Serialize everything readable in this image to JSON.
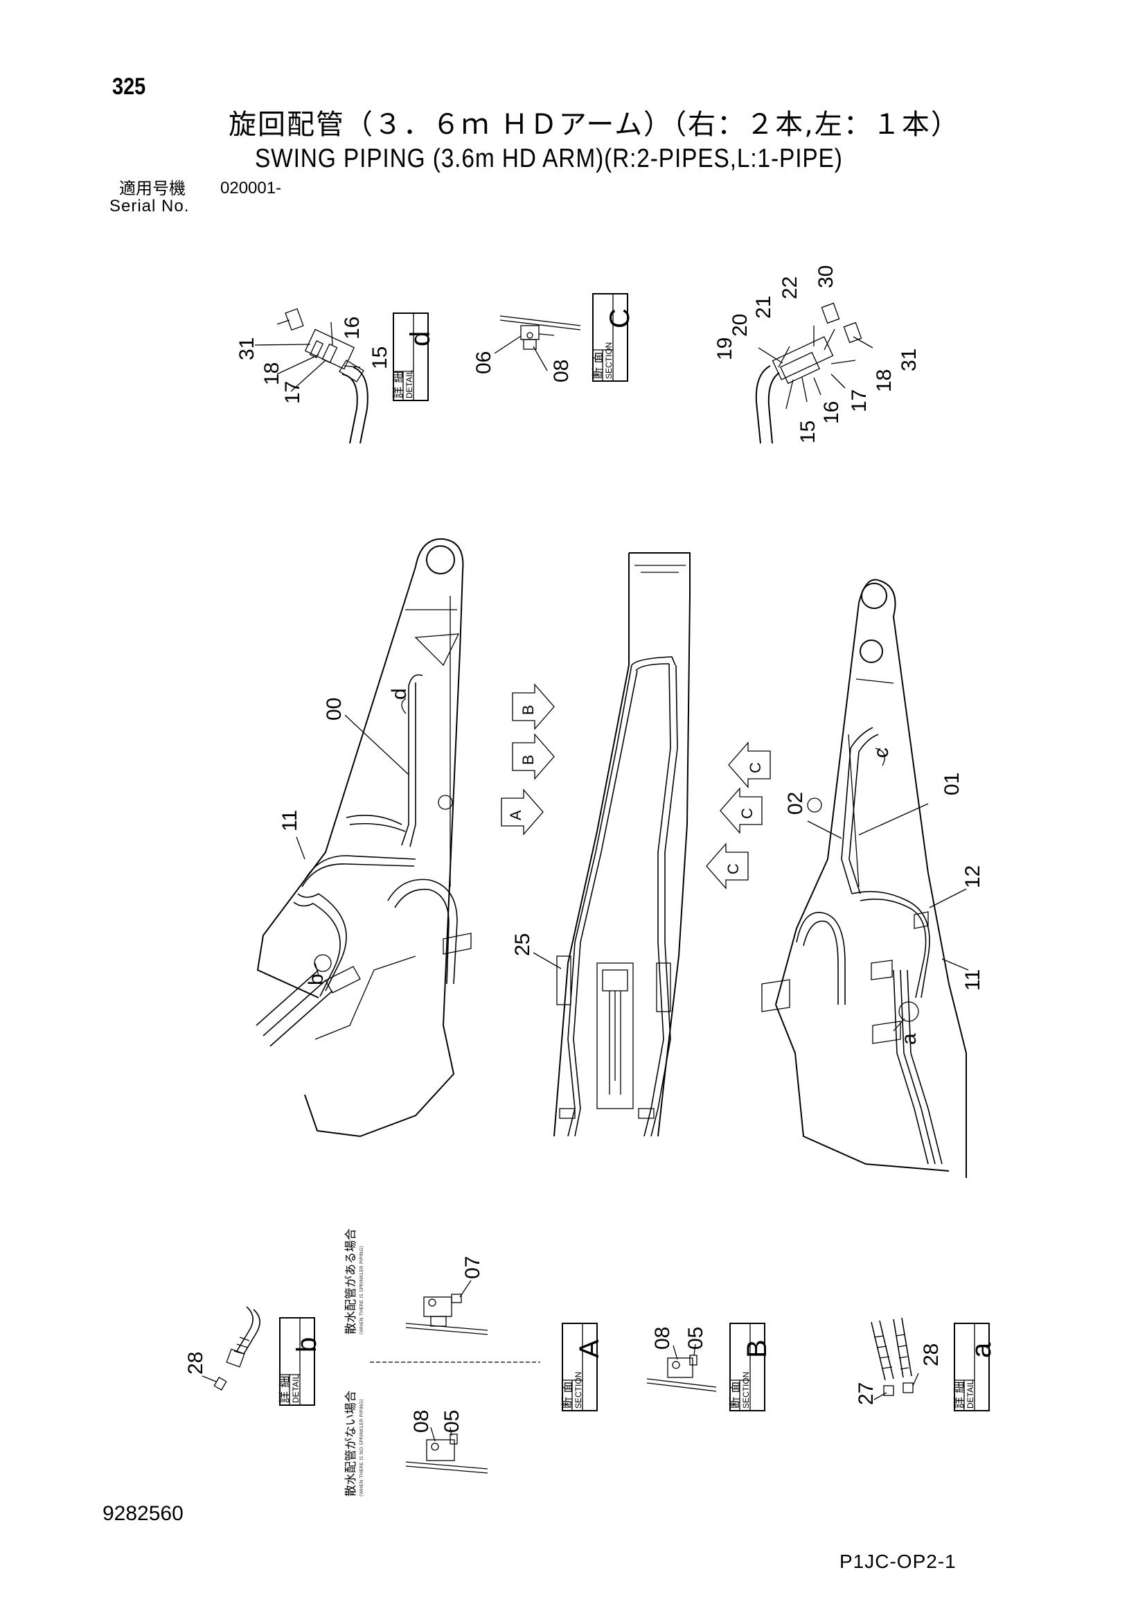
{
  "header": {
    "page_number": "325",
    "title_jp": "旋回配管（３．６ｍ ＨＤアーム）（右：２本,左：１本）",
    "title_en": "SWING PIPING (3.6m HD ARM)(R:2-PIPES,L:1-PIPE)",
    "serial_label_jp": "適用号機",
    "serial_value": "020001-",
    "serial_label_en": "Serial No."
  },
  "footer": {
    "doc_number": "9282560",
    "page_code": "P1JC-OP2-1"
  },
  "detail_boxes": {
    "d": {
      "letter": "d",
      "jp": "詳 細",
      "en": "DETAIL"
    },
    "C": {
      "letter": "C",
      "jp": "断 面",
      "en": "SECTION"
    },
    "b": {
      "letter": "b",
      "jp": "詳 細",
      "en": "DETAIL"
    },
    "A": {
      "letter": "A",
      "jp": "断 面",
      "en": "SECTION"
    },
    "B": {
      "letter": "B",
      "jp": "断 面",
      "en": "SECTION"
    },
    "a": {
      "letter": "a",
      "jp": "詳 細",
      "en": "DETAIL"
    }
  },
  "notes": {
    "with_sprinkler_jp": "散水配管がある場合",
    "with_sprinkler_en": "(WHEN THERE IS SPRINKLER PIPING)",
    "without_sprinkler_jp": "散水配管がない場合",
    "without_sprinkler_en": "(WHEN THERE IS NO SPRINKLER PIPING)"
  },
  "view_arrows": [
    "A",
    "B",
    "B",
    "C",
    "C",
    "C"
  ],
  "detail_labels": {
    "b": "b",
    "d": "d",
    "c": "c",
    "a": "a"
  },
  "part_labels": {
    "detail_d": [
      "31",
      "18",
      "17",
      "16",
      "15"
    ],
    "section_c": [
      "06",
      "08"
    ],
    "top_right_detail": [
      "19",
      "20",
      "21",
      "22",
      "30",
      "31",
      "18",
      "17",
      "16",
      "15"
    ],
    "left_view": [
      "00",
      "11"
    ],
    "center_view": [
      "25"
    ],
    "right_view": [
      "02",
      "01",
      "12",
      "11"
    ],
    "detail_b": [
      "28"
    ],
    "section_a_top": [
      "07"
    ],
    "section_a_bottom": [
      "08",
      "05"
    ],
    "section_b": [
      "08",
      "05"
    ],
    "detail_a": [
      "27",
      "28"
    ]
  }
}
